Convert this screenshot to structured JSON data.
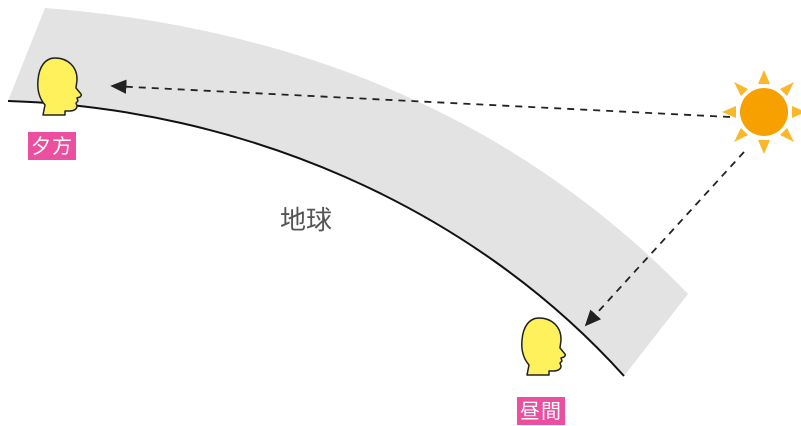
{
  "labels": {
    "earth": "地球",
    "evening": "夕方",
    "noon": "昼間"
  },
  "colors": {
    "atmosphere": "#e3e3e3",
    "ground_line": "#111111",
    "label_bg": "#ec4ea0",
    "label_text": "#ffffff",
    "head_fill": "#fff15c",
    "head_stroke": "#222222",
    "sun_body": "#f7a100",
    "sun_rays": "#fbb72a",
    "arrow": "#222222"
  },
  "icons": {
    "sun": "sun-icon",
    "head": "person-head-icon"
  }
}
